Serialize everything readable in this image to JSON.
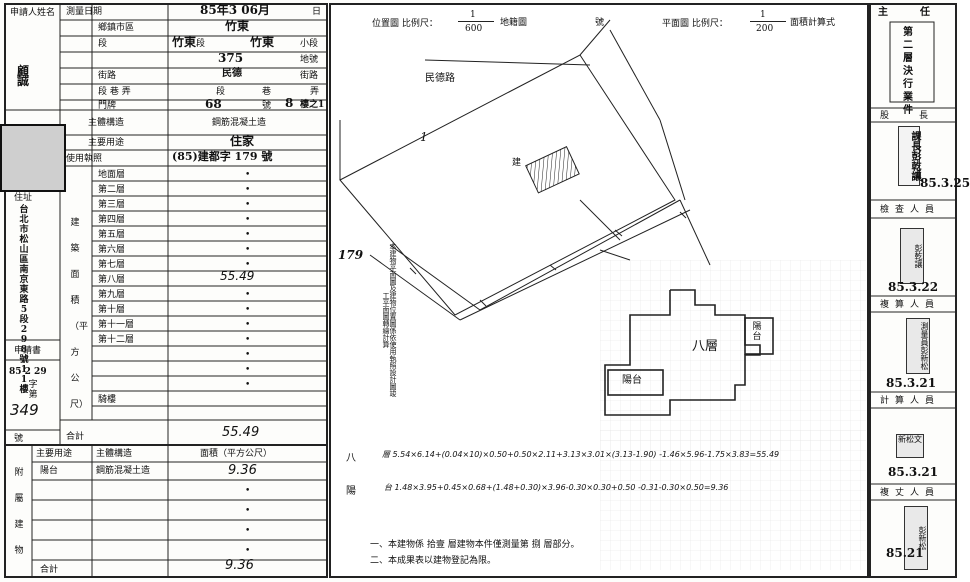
{
  "left": {
    "applicant_label": "申請人姓名",
    "applicant_name": "顧誠",
    "applicant_address_label": "住址",
    "applicant_address": "台北市松山區南京東路5段298號11樓",
    "apply_date_label": "申請書",
    "apply_date": "85 2 29",
    "apply_no_prefix": "字第",
    "apply_no": "349",
    "apply_no_suffix": "號",
    "survey_date_label": "測量日期",
    "survey_date": "85年3 06月",
    "survey_date_suffix": "日",
    "district_label": "鄉鎮市區",
    "district": "竹東",
    "land_no_label": "段",
    "land_section": "竹東",
    "land_section_label": "段",
    "land_subsection": "竹東",
    "land_subsection_label": "小段",
    "land_no": "375",
    "land_no_suffix": "地號",
    "street_label": "街路",
    "street": "民德",
    "street_suffix": "街路",
    "lane_label": "段 巷 弄",
    "lane_parts": [
      "段",
      "巷",
      "弄"
    ],
    "number_label": "門牌",
    "number": "68",
    "number_suffix": "號",
    "floor": "8",
    "floor_suffix": "樓之1",
    "structure_label": "主體構造",
    "structure": "鋼筋混凝土造",
    "use_label": "主要用途",
    "use": "住家",
    "license_label": "使用執照",
    "license": "(85)建都字 179 號",
    "area_group_label": "建築面積（平方公尺）",
    "floors": [
      {
        "name": "地面層",
        "value": "•"
      },
      {
        "name": "第二層",
        "value": "•"
      },
      {
        "name": "第三層",
        "value": "•"
      },
      {
        "name": "第四層",
        "value": "•"
      },
      {
        "name": "第五層",
        "value": "•"
      },
      {
        "name": "第六層",
        "value": "•"
      },
      {
        "name": "第七層",
        "value": "•"
      },
      {
        "name": "第八層",
        "value": "55.49"
      },
      {
        "name": "第九層",
        "value": "•"
      },
      {
        "name": "第十層",
        "value": "•"
      },
      {
        "name": "第十一層",
        "value": "•"
      },
      {
        "name": "第十二層",
        "value": "•"
      },
      {
        "name": "",
        "value": "•"
      },
      {
        "name": "",
        "value": "•"
      },
      {
        "name": "",
        "value": "•"
      },
      {
        "name": "騎樓",
        "value": ""
      }
    ],
    "total_label": "合計",
    "total": "55.49",
    "annex_label": "附屬建物",
    "annex_header_use": "主要用途",
    "annex_header_structure": "主體構造",
    "annex_header_area": "面積（平方公尺）",
    "annex_rows": [
      {
        "use": "陽台",
        "structure": "鋼筋混凝土造",
        "value": "9.36"
      },
      {
        "use": "",
        "structure": "",
        "value": "•"
      },
      {
        "use": "",
        "structure": "",
        "value": "•"
      },
      {
        "use": "",
        "structure": "",
        "value": "•"
      },
      {
        "use": "",
        "structure": "",
        "value": "•"
      }
    ],
    "annex_total_label": "合計",
    "annex_total": "9.36"
  },
  "middle": {
    "location_label": "位置圖 比例尺：",
    "location_scale_num": "1",
    "location_scale_den": "600",
    "location_suffix": "地籍圖",
    "number_label": "號",
    "plan_label": "平面圖 比例尺：",
    "plan_scale_num": "1",
    "plan_scale_den": "200",
    "plan_suffix": "面積計算式",
    "road_label": "民德路",
    "lot_label": "179",
    "lot_number": "1",
    "building_label": "建",
    "floor_plan_label": "八層",
    "balcony_label_1": "陽台",
    "balcony_label_2": "陽台",
    "vertical_note": "本建物平面圖及建物位置圖係依使用執照設計圖竣工平面圖轉繪計算",
    "calc_floor_label": "八",
    "calc_floor_formula": "層 5.54×6.14+(0.04×10)×0.50+0.50×2.11+3.13×3.01×(3.13-1.90) -1.46×5.96-1.75×3.83=55.49",
    "calc_balcony_label": "陽",
    "calc_balcony_formula": "台 1.48×3.95+0.45×0.68+(1.48+0.30)×3.96-0.30×0.30+0.50 -0.31-0.30×0.50=9.36",
    "note_1": "一、本建物係 拾壹 層建物本件僅測量第 捌 層部分。",
    "note_2": "二、本成果表以建物登記為限。"
  },
  "right": {
    "title": "主任",
    "role_label": "第二層決行業件",
    "dept_label": "股長",
    "stamp_1": "課長彭乾讓",
    "date_1": "85.3.25",
    "checker_label": "檢查人員",
    "stamp_2": "彭乾讓",
    "date_2": "85.3.22",
    "reviewer_label": "複算人員",
    "stamp_3": "測量員彭新松",
    "date_3": "85.3.21",
    "calc_label": "計算人員",
    "stamp_4": "新松文",
    "date_4": "85.3.21",
    "copy_label": "複丈人員",
    "stamp_5": "彭新松",
    "date_5": "85.21"
  }
}
